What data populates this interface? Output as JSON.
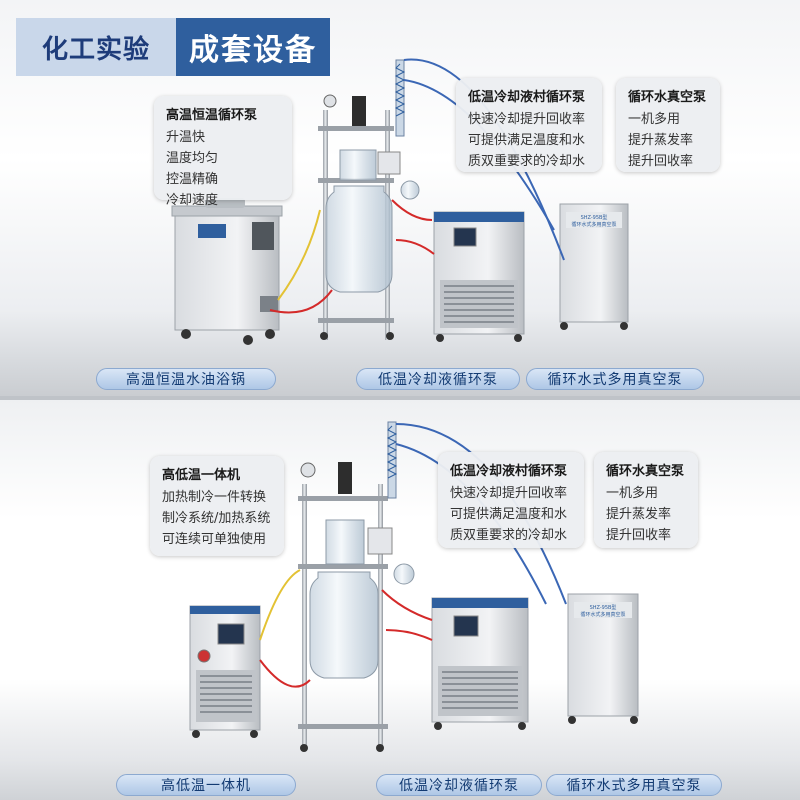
{
  "header": {
    "left": "化工实验",
    "right": "成套设备"
  },
  "top": {
    "cards": [
      {
        "title": "高温恒温循环泵",
        "lines": [
          "升温快",
          "温度均匀",
          "控温精确",
          "冷却速度"
        ]
      },
      {
        "title": "低温冷却液村循环泵",
        "lines": [
          "快速冷却提升回收率",
          "可提供满足温度和水",
          "质双重要求的冷却水"
        ]
      },
      {
        "title": "循环水真空泵",
        "lines": [
          "一机多用",
          "提升蒸发率",
          "提升回收率"
        ]
      }
    ],
    "labels": [
      "高温恒温水油浴锅",
      "低温冷却液循环泵",
      "循环水式多用真空泵"
    ]
  },
  "bottom": {
    "cards": [
      {
        "title": "高低温一体机",
        "lines": [
          "加热制冷一件转换",
          "制冷系统/加热系统",
          "可连续可单独使用"
        ]
      },
      {
        "title": "低温冷却液村循环泵",
        "lines": [
          "快速冷却提升回收率",
          "可提供满足温度和水",
          "质双重要求的冷却水"
        ]
      },
      {
        "title": "循环水真空泵",
        "lines": [
          "一机多用",
          "提升蒸发率",
          "提升回收率"
        ]
      }
    ],
    "labels": [
      "高低温一体机",
      "低温冷却液循环泵",
      "循环水式多用真空泵"
    ]
  },
  "device_text": {
    "vacuum_pump_top": "SHZ-95B型",
    "vacuum_pump_sub": "循环水式多用真空泵",
    "vacuum_pump_bottom": "SHZ-95B型"
  },
  "colors": {
    "brand_dark": "#2f5f9e",
    "brand_light": "#c9d7ea",
    "label_text": "#123a72"
  }
}
